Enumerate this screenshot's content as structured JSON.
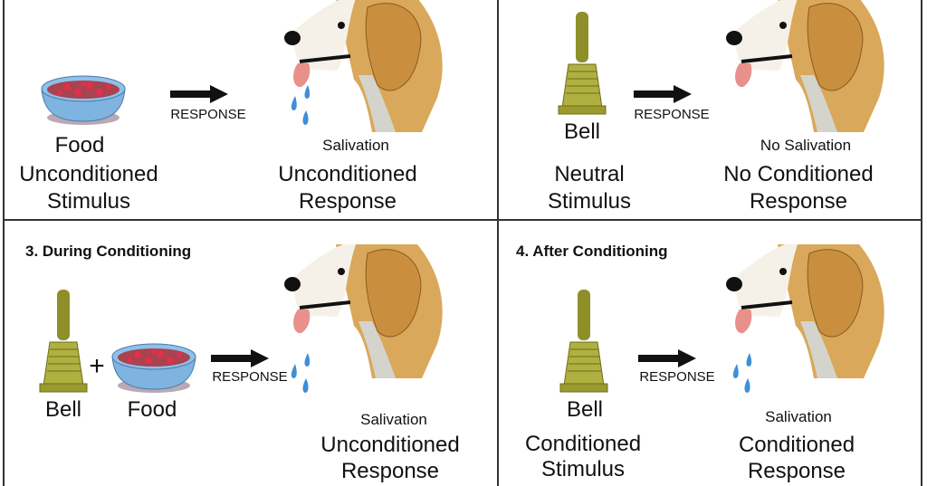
{
  "colors": {
    "fur": "#d9a85a",
    "ear": "#c98f3f",
    "bowl": "#7fb3e0",
    "food": "#d0314a",
    "bell": "#a6a63a",
    "drop": "#3d8fd6"
  },
  "q1": {
    "stimulus": "Food",
    "stimulus_type_1": "Unconditioned",
    "stimulus_type_2": "Stimulus",
    "arrow_label": "RESPONSE",
    "result": "Salivation",
    "response_type_1": "Unconditioned",
    "response_type_2": "Response"
  },
  "q2": {
    "stimulus": "Bell",
    "stimulus_type_1": "Neutral",
    "stimulus_type_2": "Stimulus",
    "arrow_label": "RESPONSE",
    "result": "No Salivation",
    "response_type_1": "No Conditioned",
    "response_type_2": "Response"
  },
  "q3": {
    "title": "3. During Conditioning",
    "stimulus_a": "Bell",
    "plus": "+",
    "stimulus_b": "Food",
    "arrow_label": "RESPONSE",
    "result": "Salivation",
    "response_type_1": "Unconditioned",
    "response_type_2": "Response"
  },
  "q4": {
    "title": "4. After Conditioning",
    "stimulus": "Bell",
    "stimulus_type_1": "Conditioned",
    "stimulus_type_2": "Stimulus",
    "arrow_label": "RESPONSE",
    "result": "Salivation",
    "response_type_1": "Conditioned",
    "response_type_2": "Response"
  }
}
